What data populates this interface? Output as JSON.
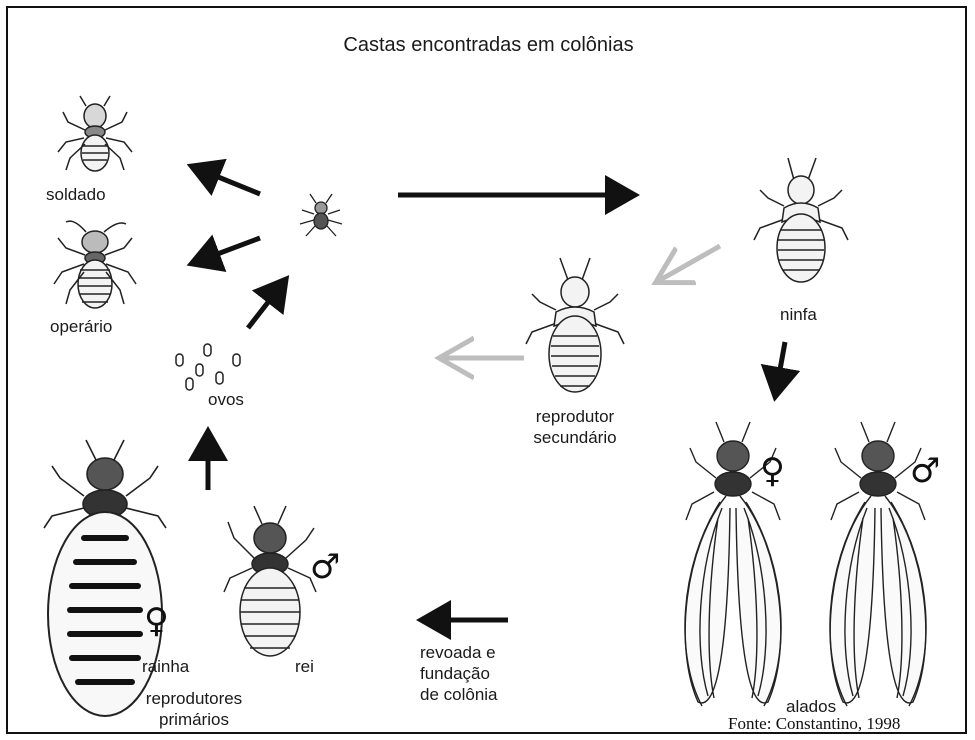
{
  "title": "Castas encontradas em  colônias",
  "labels": {
    "soldier": "soldado",
    "worker": "operário",
    "eggs": "ovos",
    "nymph": "ninfa",
    "secondary_line1": "reprodutor",
    "secondary_line2": "secundário",
    "queen": "rainha",
    "king": "rei",
    "primary_line1": "reprodutores",
    "primary_line2": "primários",
    "flight_line1": "revoada e",
    "flight_line2": "fundação",
    "flight_line3": "de colônia",
    "alates": "alados"
  },
  "symbols": {
    "female_queen": "♀",
    "male_king": "♂",
    "female_alate": "♀",
    "male_alate": "♂"
  },
  "source": "Fonte: Constantino, 1998"
}
